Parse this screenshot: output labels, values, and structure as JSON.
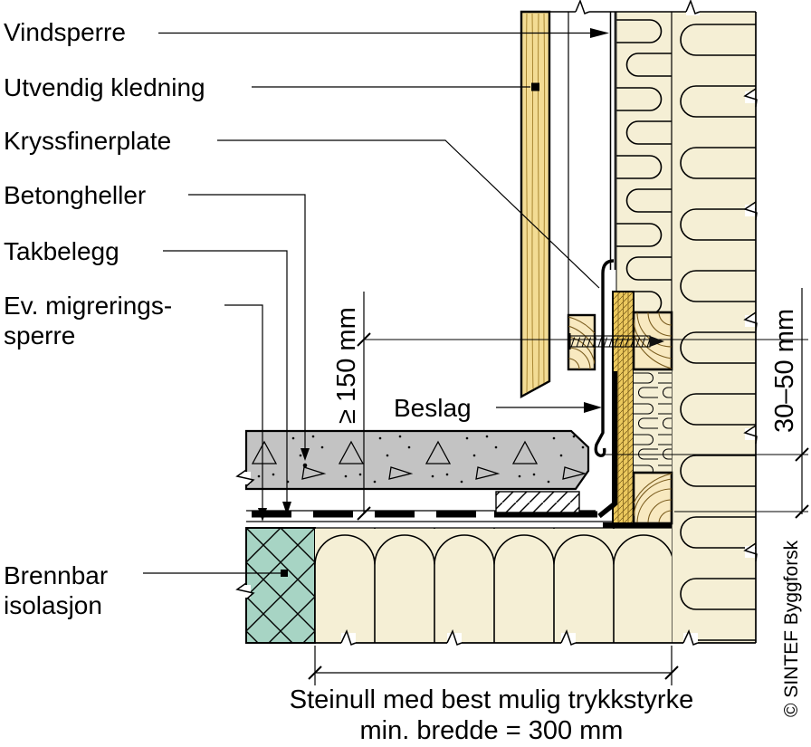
{
  "diagram": {
    "type": "construction-detail-section",
    "labels": {
      "vindsperre": "Vindsperre",
      "utvendig_kledning": "Utvendig kledning",
      "kryssfinerplate": "Kryssfinerplate",
      "betongheller": "Betongheller",
      "takbelegg": "Takbelegg",
      "ev_migreringssperre_1": "Ev. migrerings-",
      "ev_migreringssperre_2": "sperre",
      "beslag": "Beslag",
      "brennbar_isolasjon_1": "Brennbar",
      "brennbar_isolasjon_2": "isolasjon"
    },
    "dimensions": {
      "upstand_min_height": "≥ 150 mm",
      "flashing_clearance": "30–50 mm",
      "rockwool_note_1": "Steinull med best mulig trykkstyrke",
      "rockwool_note_2": "min. bredde = 300 mm"
    },
    "credit": "© SINTEF Byggforsk",
    "colors": {
      "wood_cladding": "#f3dc94",
      "plywood": "#ecc95e",
      "blocking_wood": "#f8e9c0",
      "mineral_wool": "#f5efd5",
      "combustible_insulation": "#a7d4c4",
      "concrete": "#c3c3c3",
      "line": "#000000",
      "background": "#ffffff"
    }
  }
}
